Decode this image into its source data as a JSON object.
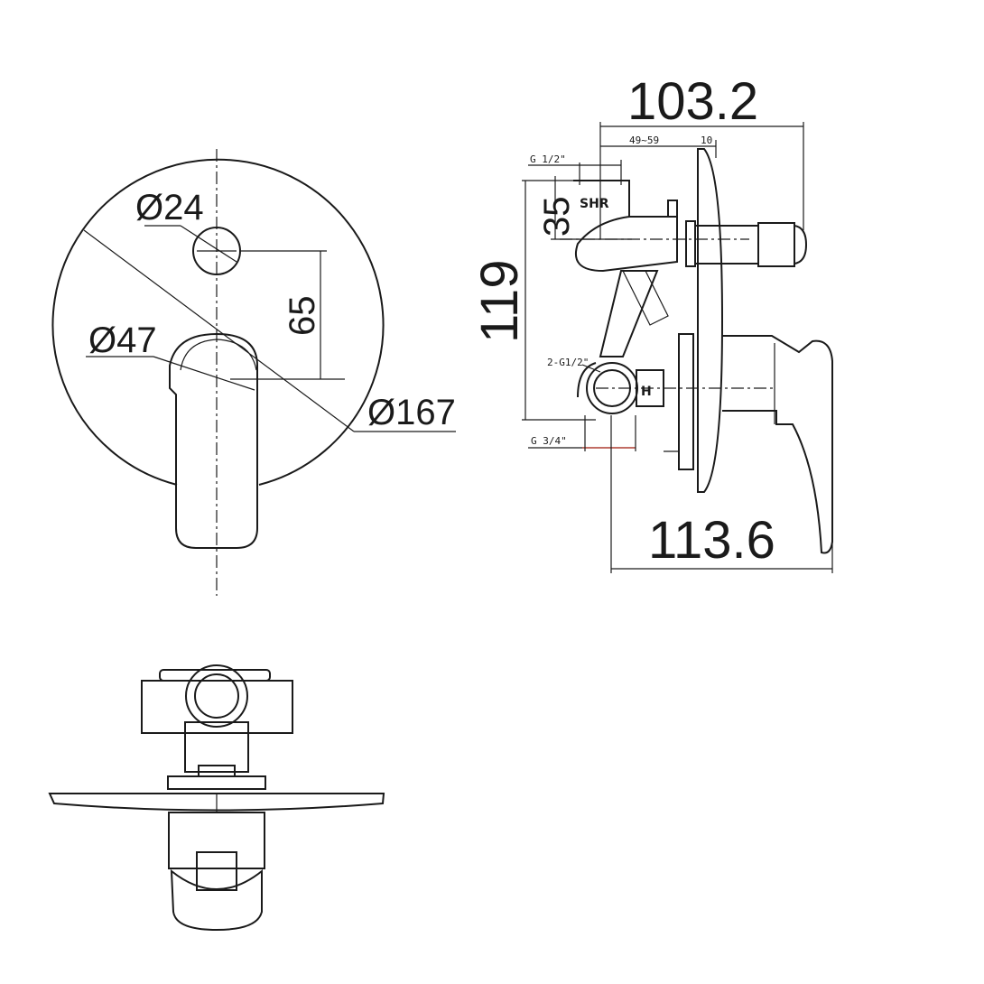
{
  "diagram": {
    "type": "technical-drawing",
    "subject": "concealed shower mixer with diverter",
    "views": [
      "front",
      "side",
      "top"
    ],
    "front_view": {
      "dimensions": {
        "diverter_diameter": "Ø24",
        "handle_diameter": "Ø47",
        "plate_diameter": "Ø167",
        "diverter_to_handle_distance": "65"
      }
    },
    "side_view": {
      "dimensions": {
        "total_depth_top": "103.2",
        "wall_depth_range": "49~59",
        "plate_thickness": "10",
        "outlet_spacing": "35",
        "total_height": "119",
        "total_depth_bottom": "113.6"
      },
      "labels": {
        "shower_outlet_thread": "G 1/2\"",
        "shower_outlet_label": "SHR",
        "inlet_threads": "2-G1/2\"",
        "hot_label": "H",
        "bottom_outlet_thread": "G 3/4\""
      }
    },
    "colors": {
      "line": "#1a1a1a",
      "accent_dimension": "#c0392b",
      "background": "#ffffff"
    }
  }
}
